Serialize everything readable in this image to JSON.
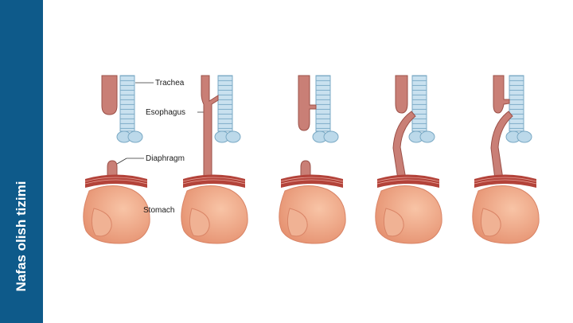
{
  "slide": {
    "side_title": "Nafas olish tizimi",
    "sidebar_color": "#0e5a8a"
  },
  "diagram": {
    "labels": {
      "trachea": "Trachea",
      "esophagus": "Esophagus",
      "diaphragm": "Diaphragm",
      "stomach": "Stomach"
    },
    "panel_count": 5,
    "colors": {
      "trachea": "#bcd9ea",
      "trachea_stroke": "#7aa9c4",
      "esophagus": "#c97f76",
      "esophagus_stroke": "#9b5048",
      "stomach": "#f2a98a",
      "stomach_shadow": "#e48d6e",
      "diaphragm": "#b3433a"
    }
  }
}
